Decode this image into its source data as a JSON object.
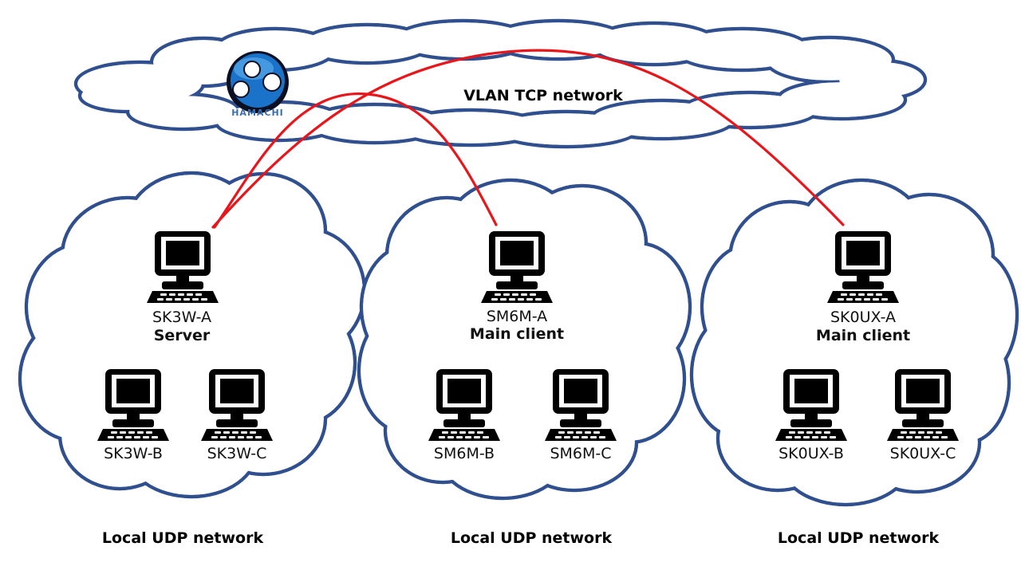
{
  "wan": {
    "label": "VLAN TCP network",
    "logo_text": "HAMACHI"
  },
  "networks": [
    {
      "label": "Local UDP network",
      "computers": [
        {
          "name": "SK3W-A",
          "role": "Server"
        },
        {
          "name": "SK3W-B",
          "role": ""
        },
        {
          "name": "SK3W-C",
          "role": ""
        }
      ]
    },
    {
      "label": "Local UDP network",
      "computers": [
        {
          "name": "SM6M-A",
          "role": "Main client"
        },
        {
          "name": "SM6M-B",
          "role": ""
        },
        {
          "name": "SM6M-C",
          "role": ""
        }
      ]
    },
    {
      "label": "Local UDP network",
      "computers": [
        {
          "name": "SK0UX-A",
          "role": "Main client"
        },
        {
          "name": "SK0UX-B",
          "role": ""
        },
        {
          "name": "SK0UX-C",
          "role": ""
        }
      ]
    }
  ],
  "connections": [
    {
      "from": "SK3W-A",
      "to": "SM6M-A"
    },
    {
      "from": "SK3W-A",
      "to": "SK0UX-A"
    }
  ],
  "colors": {
    "connection": "#e8161b",
    "cloud_outline": "#2f4f8f",
    "logo_blue": "#1a73c9"
  },
  "icons": {
    "computer": "computer-icon",
    "cloud": "cloud-shape",
    "logo": "hamachi-logo"
  }
}
